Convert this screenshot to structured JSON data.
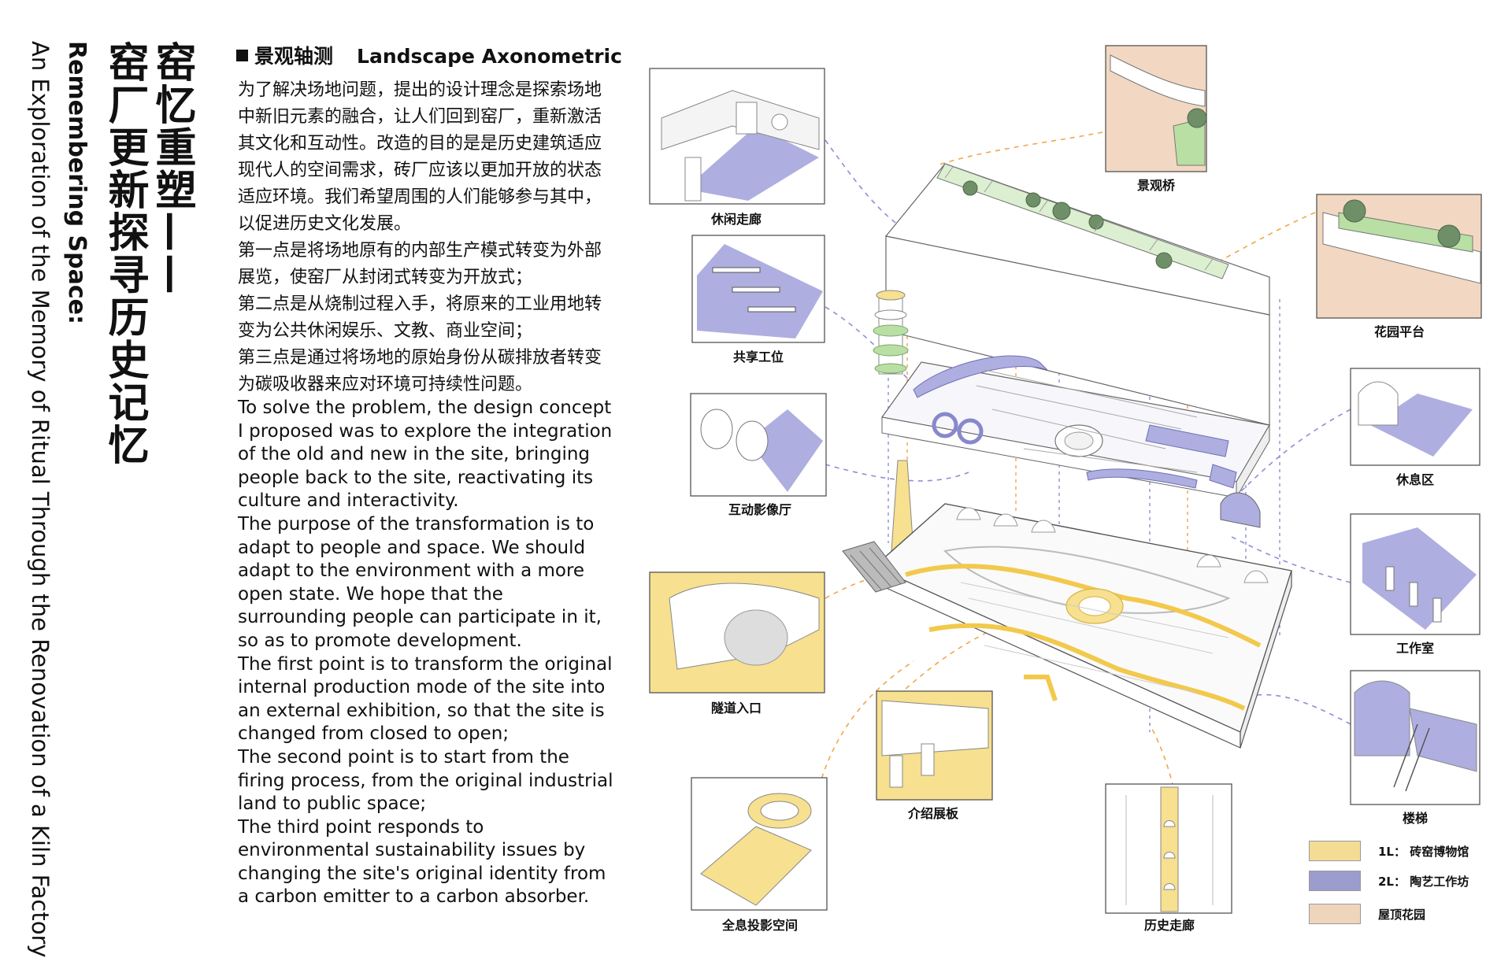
{
  "title": {
    "cn_line1": "窑忆重塑——",
    "cn_line2": "窑厂更新探寻历史记忆",
    "en_line1": "Remembering Space:",
    "en_line2": "An Exploration of the Memory of Ritual Through the Renovation of a Kiln Factory"
  },
  "section": {
    "title_cn": "景观轴测",
    "title_en": "Landscape Axonometric"
  },
  "body_cn": [
    "为了解决场地问题，提出的设计理念是探索场地中新旧元素的融合，让人们回到窑厂，重新激活其文化和互动性。改造的目的是是历史建筑适应现代人的空间需求，砖厂应该以更加开放的状态适应环境。我们希望周围的人们能够参与其中，以促进历史文化发展。",
    "第一点是将场地原有的内部生产模式转变为外部展览，使窑厂从封闭式转变为开放式；",
    "第二点是从烧制过程入手，将原来的工业用地转变为公共休闲娱乐、文教、商业空间；",
    "第三点是通过将场地的原始身份从碳排放者转变为碳吸收器来应对环境可持续性问题。"
  ],
  "body_en": [
    "To solve the problem, the design concept I proposed was to explore the integration of the old and new in the site, bringing people back to the site, reactivating its culture and interactivity.",
    "The purpose of the transformation is to adapt to people and space. We should adapt to the environment with a more open state. We hope that the surrounding people can participate in it, so as to promote development.",
    "The first point is to transform the original internal production mode of the site into an external exhibition, so that the site is changed from closed to open;",
    "The second point is to start from the firing process, from the original industrial land to public space;",
    "The third point responds to environmental sustainability issues by changing the site's original identity from a carbon emitter to a carbon absorber."
  ],
  "vignettes": {
    "corridor": "休闲走廊",
    "cowork": "共享工位",
    "cinema": "互动影像厅",
    "tunnel": "隧道入口",
    "panels": "介绍展板",
    "holo": "全息投影空间",
    "bridge": "景观桥",
    "garden": "花园平台",
    "rest": "休息区",
    "studio": "工作室",
    "stairs": "楼梯",
    "history": "历史走廊"
  },
  "legend": [
    {
      "label": "1L：  砖窑博物馆",
      "color": "#f5dc94"
    },
    {
      "label": "2L：  陶艺工作坊",
      "color": "#9c9dcc"
    },
    {
      "label": "屋顶花园",
      "color": "#f0d5bd"
    }
  ],
  "colors": {
    "yellow": "#f7e08f",
    "purple": "#aeaee0",
    "green": "#b9dfa5",
    "peach": "#f2d8c2",
    "dash_orange": "#f0a64a",
    "dash_purple": "#8e8ed6"
  }
}
